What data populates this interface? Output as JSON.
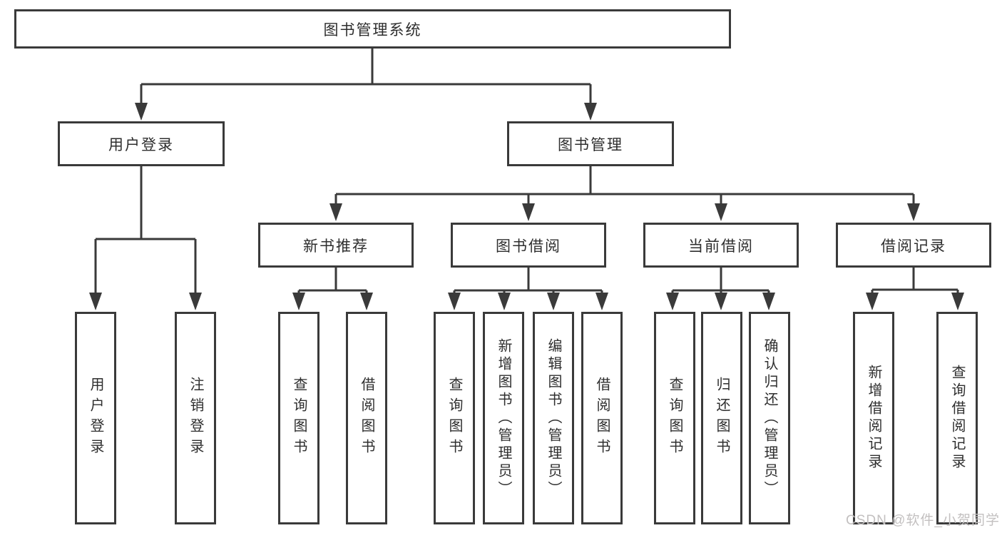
{
  "diagram": {
    "type": "hierarchy-tree",
    "root": {
      "label": "图书管理系统",
      "children": [
        {
          "label": "用户登录",
          "children": [
            {
              "label": "用户登录"
            },
            {
              "label": "注销登录"
            }
          ]
        },
        {
          "label": "图书管理",
          "children": [
            {
              "label": "新书推荐",
              "children": [
                {
                  "label": "查询图书"
                },
                {
                  "label": "借阅图书"
                }
              ]
            },
            {
              "label": "图书借阅",
              "children": [
                {
                  "label": "查询图书"
                },
                {
                  "label": "新增图书（管理员）"
                },
                {
                  "label": "编辑图书（管理员）"
                },
                {
                  "label": "借阅图书"
                }
              ]
            },
            {
              "label": "当前借阅",
              "children": [
                {
                  "label": "查询图书"
                },
                {
                  "label": "归还图书"
                },
                {
                  "label": "确认归还（管理员）"
                }
              ]
            },
            {
              "label": "借阅记录",
              "children": [
                {
                  "label": "新增借阅记录"
                },
                {
                  "label": "查询借阅记录"
                }
              ]
            }
          ]
        }
      ]
    },
    "colors": {
      "line": "#3a3a3a",
      "text": "#2e2e2e",
      "box_background": "#ffffff"
    }
  },
  "watermark": {
    "text": "CSDN @软件_小贺同学",
    "color": "#c3c0c0"
  }
}
